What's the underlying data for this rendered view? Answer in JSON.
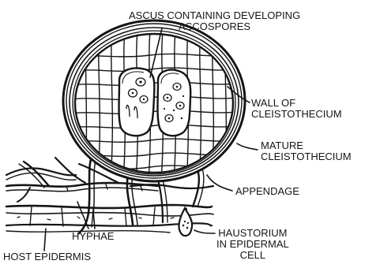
{
  "diagram": {
    "labels": {
      "ascus": [
        "ASCUS CONTAINING DEVELOPING",
        "ASCOSPORES"
      ],
      "wall": [
        "WALL OF",
        "CLEISTOTHECIUM"
      ],
      "mature": [
        "MATURE",
        "CLEISTOTHECIUM"
      ],
      "appendage": [
        "APPENDAGE"
      ],
      "hyphae": [
        "HYPHAE"
      ],
      "haustorium": [
        "HAUSTORIUM",
        "IN EPIDERMAL",
        "CELL"
      ],
      "host_epidermis": [
        "HOST EPIDERMIS"
      ]
    }
  }
}
